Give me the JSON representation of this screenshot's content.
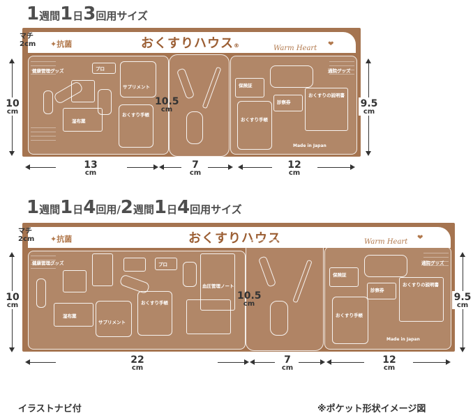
{
  "top": {
    "title": {
      "p1": "1",
      "p2": "週間",
      "p3": "1",
      "p4": "日",
      "p5": "3",
      "p6": "回用サイズ"
    },
    "gusset": {
      "line1": "マチ",
      "line2": "2cm"
    },
    "antibacterial": "✦抗菌",
    "brand": "おくすりハウス",
    "brand_mark": "®",
    "tagline": "Warm Heart",
    "made_in": "Made in Japan",
    "dims": {
      "height_left": {
        "n": "10",
        "u": "cm"
      },
      "height_mid": {
        "n": "10.5",
        "u": "cm"
      },
      "height_right": {
        "n": "9.5",
        "u": "cm"
      },
      "w1": {
        "n": "13",
        "u": "cm"
      },
      "w2": {
        "n": "7",
        "u": "cm"
      },
      "w3": {
        "n": "12",
        "u": "cm"
      }
    },
    "labels": {
      "health": "健康管理グッズ",
      "supp": "サプリメント",
      "book": "おくすり手帳",
      "compress": "湿布薬",
      "insurance": "保険証",
      "clinic": "診察券",
      "explain": "おくすりの説明書",
      "clinic_goods": "通院グッズ",
      "book2": "おくすり手帳",
      "pro": "プロ"
    }
  },
  "bottom": {
    "title": {
      "p1": "1",
      "p2": "週間",
      "p3": "1",
      "p4": "日",
      "p5": "4",
      "p6": "回用/",
      "p7": "2",
      "p8": "週間",
      "p9": "1",
      "p10": "日",
      "p11": "4",
      "p12": "回用サイズ"
    },
    "gusset": {
      "line1": "マチ",
      "line2": "2cm"
    },
    "antibacterial": "✦抗菌",
    "brand": "おくすりハウス",
    "tagline": "Warm Heart",
    "made_in": "Made in Japan",
    "dims": {
      "height_left": {
        "n": "10",
        "u": "cm"
      },
      "height_mid": {
        "n": "10.5",
        "u": "cm"
      },
      "height_right": {
        "n": "9.5",
        "u": "cm"
      },
      "w1": {
        "n": "22",
        "u": "cm"
      },
      "w2": {
        "n": "7",
        "u": "cm"
      },
      "w3": {
        "n": "12",
        "u": "cm"
      }
    },
    "labels": {
      "health": "健康管理グッズ",
      "supp": "サプリメント",
      "book": "おくすり手帳",
      "compress": "湿布薬",
      "insurance": "保険証",
      "clinic": "診察券",
      "explain": "おくすりの説明書",
      "clinic_goods": "通院グッズ",
      "memo": "血圧管理ノート",
      "book2": "おくすり手帳",
      "pro": "プロ"
    }
  },
  "footer": {
    "left": "イラストナビ付",
    "right": "※ポケット形状イメージ図"
  },
  "colors": {
    "panel": "#a57450",
    "brand": "#9b5e33",
    "text": "#333333"
  }
}
